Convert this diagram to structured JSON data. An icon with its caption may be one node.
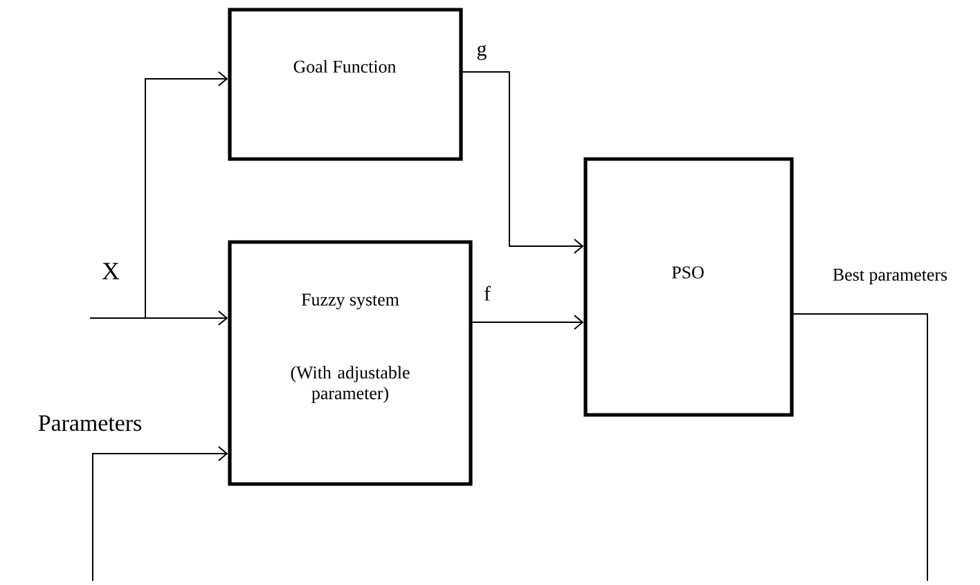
{
  "diagram": {
    "nodes": [
      {
        "text": [
          "Goal Function"
        ]
      },
      {
        "text": [
          "Fuzzy system",
          "(With adjustable parameter)"
        ]
      },
      {
        "text": [
          "PSO"
        ]
      }
    ],
    "edges": [
      {
        "from": null,
        "to": 1,
        "arrow": "to",
        "label": "X"
      },
      {
        "from": null,
        "to": 0,
        "arrow": "to"
      },
      {
        "from": 0,
        "to": 2,
        "arrow": "to",
        "label": "g"
      },
      {
        "from": 1,
        "to": 2,
        "arrow": "to",
        "label": "f"
      },
      {
        "from": 2,
        "to": null,
        "arrow": "none",
        "label": "Best parameters"
      },
      {
        "from": null,
        "to": 1,
        "arrow": "to",
        "label": "Parameters"
      }
    ]
  }
}
